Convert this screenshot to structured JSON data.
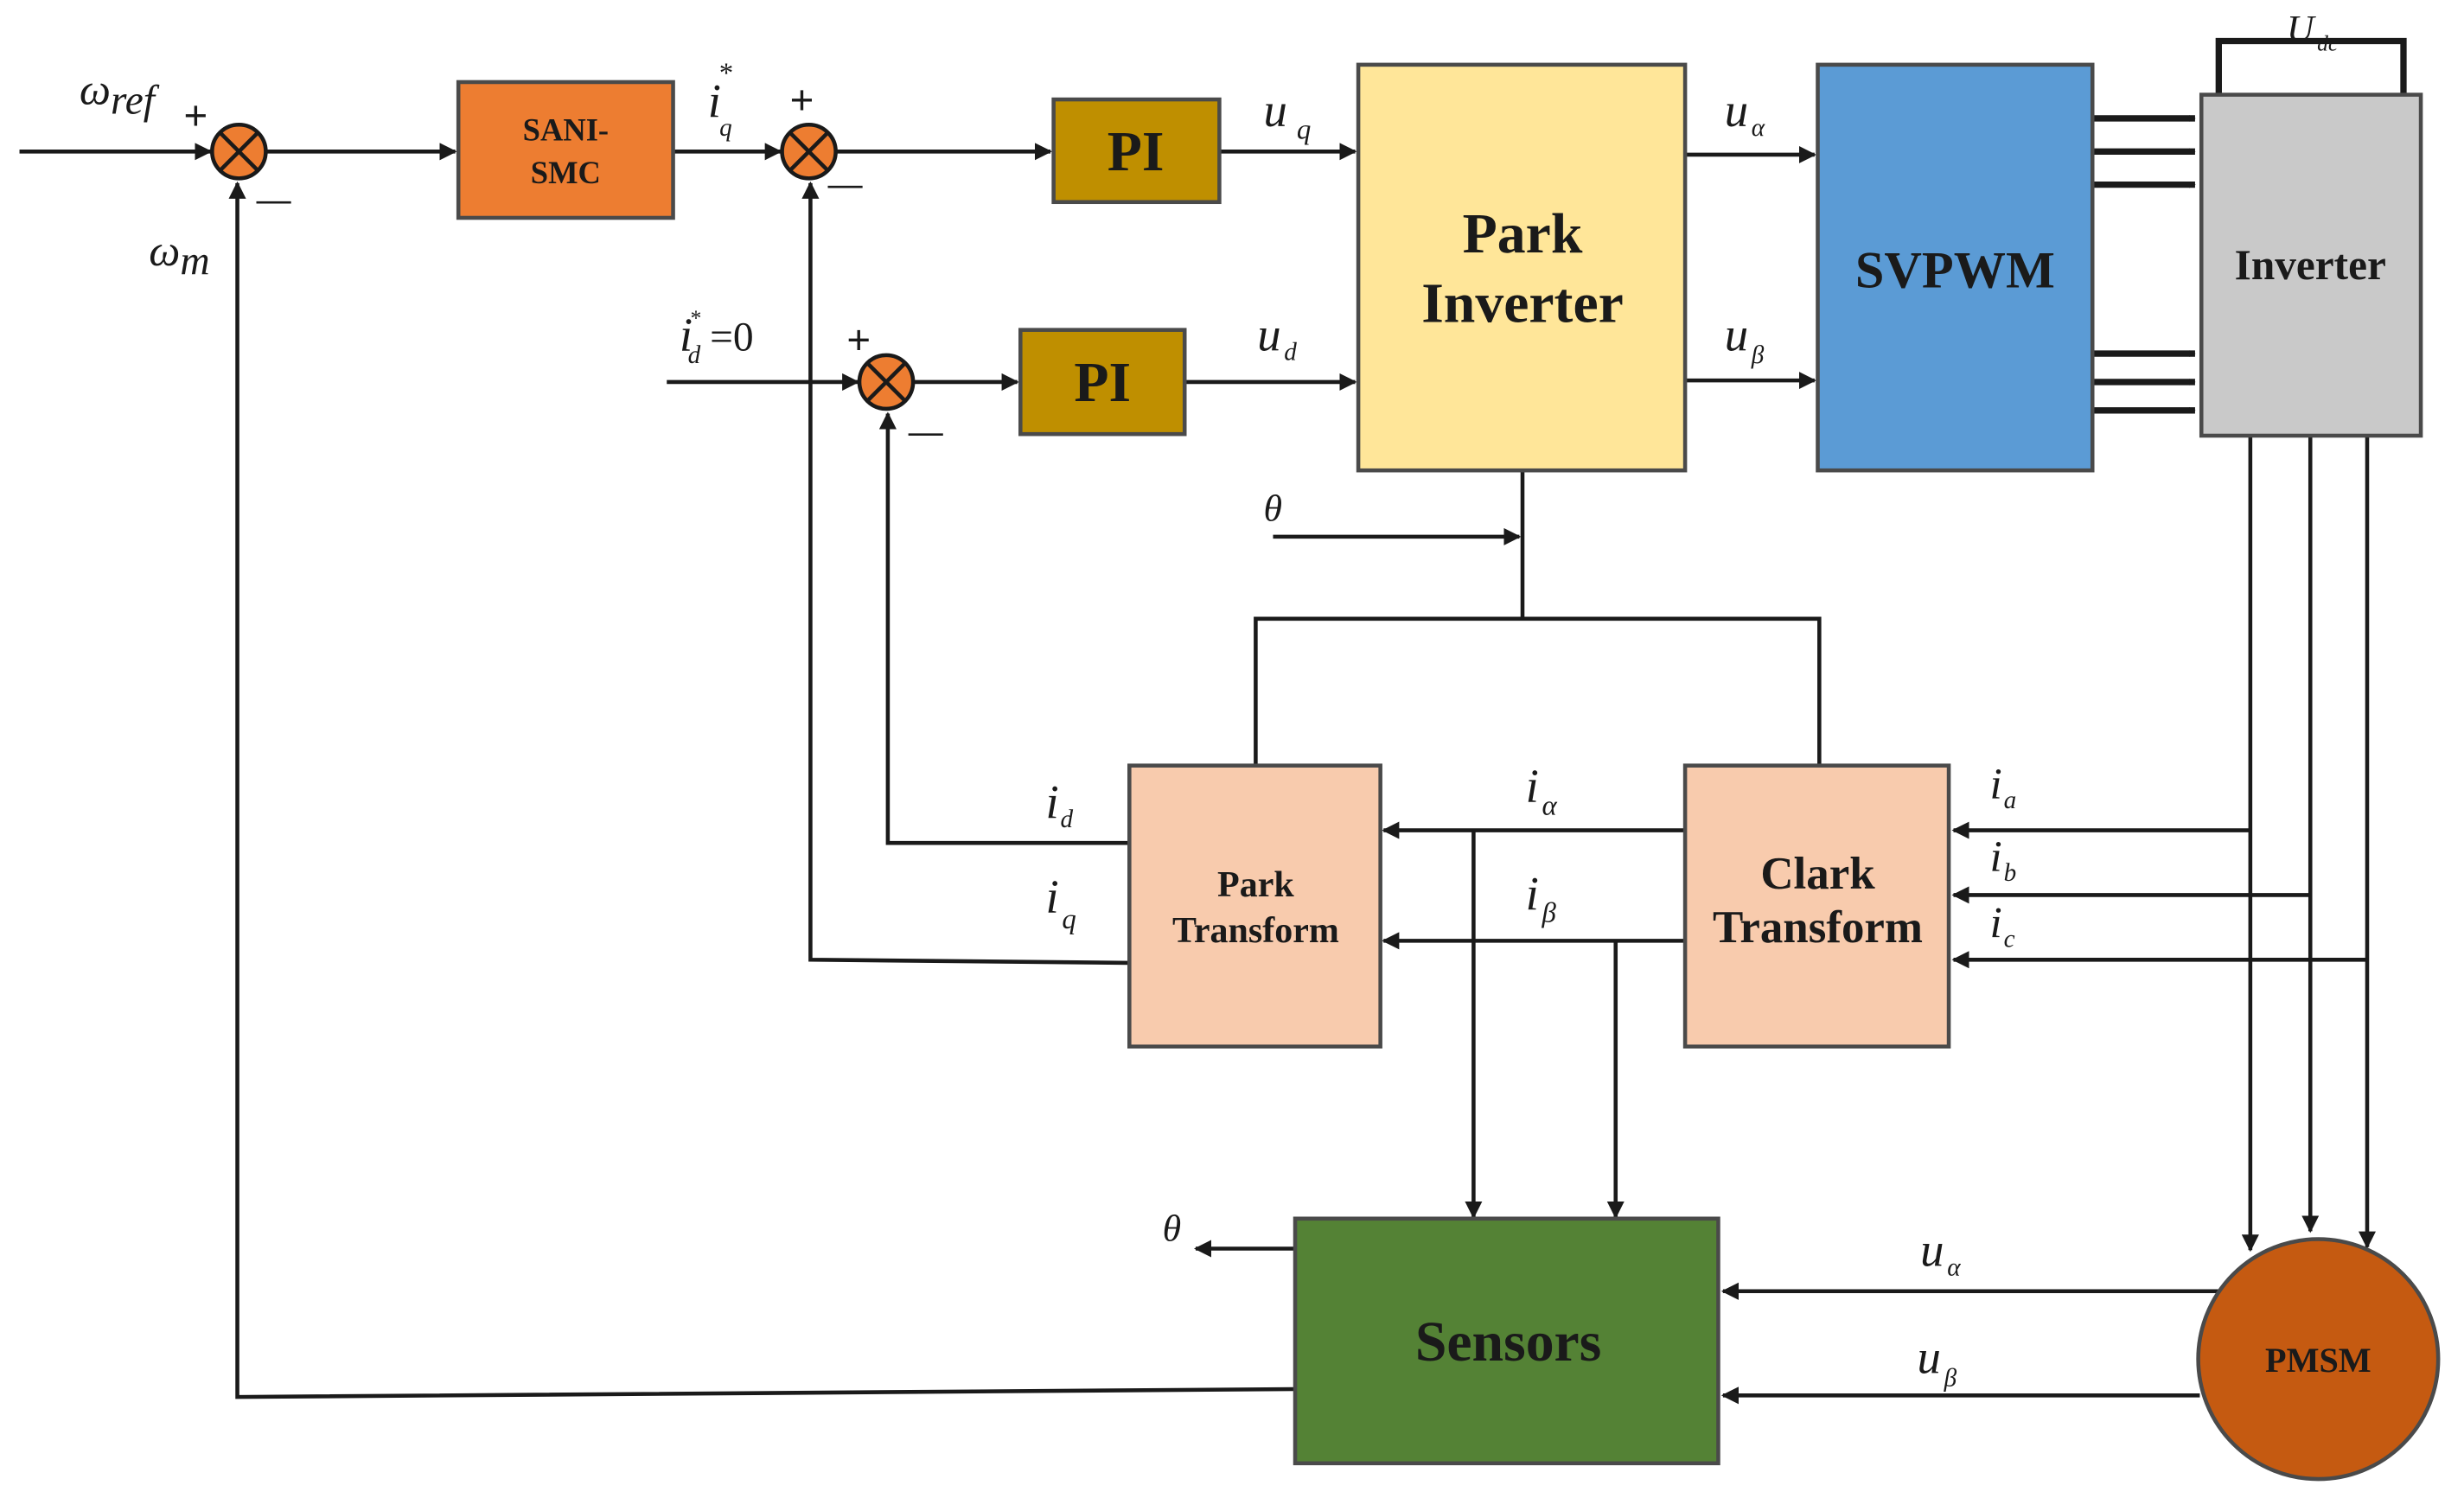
{
  "colors": {
    "orange": "#ED7D31",
    "gold": "#BF8F00",
    "yellow": "#FFE699",
    "blue": "#5B9BD5",
    "gray": "#C9C9C9",
    "peach": "#F8CBAD",
    "green": "#548235",
    "rust": "#C55A11"
  },
  "blocks": {
    "sani_smc": [
      "SANI-",
      "SMC"
    ],
    "pi_q": "PI",
    "pi_d": "PI",
    "park_inverter": [
      "Park",
      "Inverter"
    ],
    "svpwm": "SVPWM",
    "inverter": "Inverter",
    "park_transform": [
      "Park",
      "Transform"
    ],
    "clark_transform": [
      "Clark",
      "Transform"
    ],
    "sensors": "Sensors",
    "pmsm": "PMSM"
  },
  "signals": {
    "omega": "ω",
    "omega_ref_sub": "ref",
    "omega_m_sub": "m",
    "i": "i",
    "u": "u",
    "q": "q",
    "d": "d",
    "star": "*",
    "eq_zero": "=0",
    "alpha": "α",
    "beta": "β",
    "a": "a",
    "b": "b",
    "c": "c",
    "theta": "θ",
    "U": "U",
    "dc": "dc",
    "plus": "+",
    "minus": "—"
  }
}
